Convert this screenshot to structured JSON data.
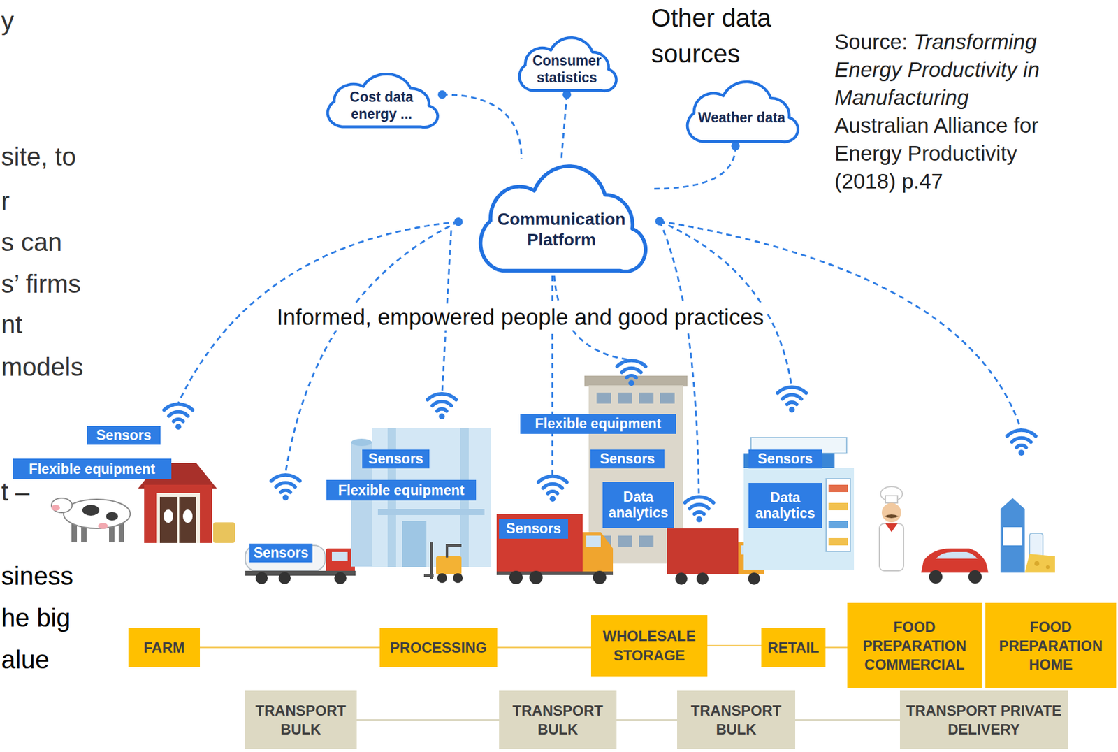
{
  "diagram": {
    "nodes": [
      {
        "text": [
          "Cost data energy ..."
        ]
      },
      {
        "text": [
          "Consumer statistics"
        ]
      },
      {
        "text": [
          "Weather data"
        ]
      },
      {
        "text": [
          "Communication Platform"
        ]
      },
      {
        "text": [
          "Sensors"
        ]
      },
      {
        "text": [
          "Flexible equipment"
        ]
      },
      {
        "text": [
          "Sensors"
        ]
      },
      {
        "text": [
          "Sensors"
        ]
      },
      {
        "text": [
          "Flexible equipment"
        ]
      },
      {
        "text": [
          "Sensors"
        ]
      },
      {
        "text": [
          "Flexible equipment"
        ]
      },
      {
        "text": [
          "Sensors"
        ]
      },
      {
        "text": [
          "Data analytics"
        ]
      },
      {
        "text": [
          "Sensors"
        ]
      },
      {
        "text": [
          "Data analytics"
        ]
      },
      {
        "text": [
          "FARM"
        ]
      },
      {
        "text": [
          "PROCESSING"
        ]
      },
      {
        "text": [
          "WHOLESALE STORAGE"
        ]
      },
      {
        "text": [
          "RETAIL"
        ]
      },
      {
        "text": [
          "FOOD PREPARATION COMMERCIAL"
        ]
      },
      {
        "text": [
          "FOOD PREPARATION HOME"
        ]
      },
      {
        "text": [
          "TRANSPORT BULK"
        ]
      },
      {
        "text": [
          "TRANSPORT BULK"
        ]
      },
      {
        "text": [
          "TRANSPORT BULK"
        ]
      },
      {
        "text": [
          "TRANSPORT PRIVATE DELIVERY"
        ]
      }
    ],
    "edges": [
      {
        "from": 0,
        "to": 3,
        "arrow": "none"
      },
      {
        "from": 1,
        "to": 3,
        "arrow": "none"
      },
      {
        "from": 2,
        "to": 3,
        "arrow": "none"
      },
      {
        "from": 15,
        "to": 16,
        "arrow": "none"
      },
      {
        "from": 16,
        "to": 17,
        "arrow": "none"
      },
      {
        "from": 17,
        "to": 18,
        "arrow": "none"
      },
      {
        "from": 18,
        "to": 19,
        "arrow": "none"
      },
      {
        "from": 21,
        "to": 22,
        "arrow": "none"
      },
      {
        "from": 22,
        "to": 23,
        "arrow": "none"
      },
      {
        "from": 23,
        "to": 24,
        "arrow": "none"
      }
    ],
    "labels": [
      "Other data sources",
      "Source:",
      "Transforming Energy Productivity in Manufacturing",
      "Australian Alliance for Energy Productivity (2018) p.47",
      "Informed, empowered people and good practices",
      "y",
      "site, to",
      "r",
      "s can",
      "s’ firms",
      "nt",
      "models",
      "t –",
      "siness",
      "he big",
      "alue"
    ]
  }
}
